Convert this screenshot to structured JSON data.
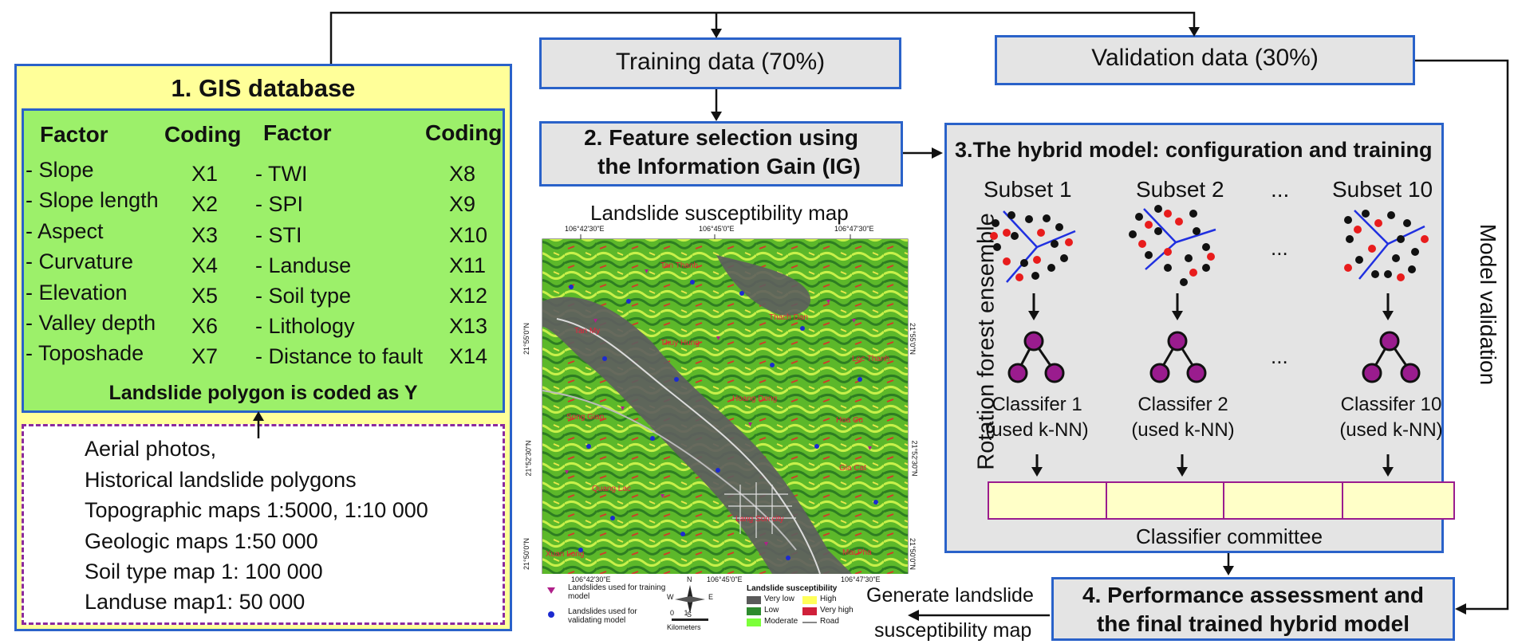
{
  "gis": {
    "title": "1. GIS database",
    "col_factor": "Factor",
    "col_coding": "Coding",
    "left_factors": [
      "- Slope",
      "- Slope length",
      "- Aspect",
      "- Curvature",
      "- Elevation",
      "- Valley depth",
      "- Toposhade"
    ],
    "left_codes": [
      "X1",
      "X2",
      "X3",
      "X4",
      "X5",
      "X6",
      "X7"
    ],
    "right_factors": [
      "- TWI",
      "- SPI",
      "- STI",
      "- Landuse",
      "- Soil type",
      "- Lithology",
      "- Distance to fault"
    ],
    "right_codes": [
      "X8",
      "X9",
      "X10",
      "X11",
      "X12",
      "X13",
      "X14"
    ],
    "footer": "Landslide polygon is coded as Y"
  },
  "sources": [
    "Aerial photos,",
    "Historical landslide polygons",
    "Topographic maps 1:5000, 1:10 000",
    "Geologic maps 1:50 000",
    "Soil type map 1: 100 000",
    "Landuse map1: 50 000"
  ],
  "training_label": "Training data (70%)",
  "validation_label": "Validation data (30%)",
  "feature_selection": [
    "2. Feature selection using",
    "the Information Gain (IG)"
  ],
  "map": {
    "title": "Landslide susceptibility map",
    "top_ticks": [
      "106°42'30\"E",
      "106°45'0\"E",
      "106°47'30\"E"
    ],
    "bottom_ticks": [
      "106°42'30\"E",
      "106°45'0\"E",
      "106°47'30\"E"
    ],
    "left_ticks": [
      "21°55'0\"N",
      "21°52'30\"N",
      "21°50'0\"N"
    ],
    "right_ticks": [
      "21°55'0\"N",
      "21°52'30\"N",
      "21°50'0\"N"
    ],
    "places": [
      "Tan Thanh",
      "Tan My",
      "Thuy Hung",
      "Thach Dan",
      "Loc Thanh",
      "Hoang Dong",
      "Song Giap",
      "Hoa Cu",
      "Gia Cat",
      "Quang Lac",
      "Lang Son city",
      "Mai Pha",
      "Xuan Long"
    ],
    "legend": {
      "training": "Landslides used for training model",
      "validating": "Landslides used for validating model",
      "compass_n": "N",
      "compass_s": "S",
      "compass_w": "W",
      "compass_e": "E",
      "scale": "0     1",
      "km": "Kilometers",
      "susc_title": "Landslide susceptibility",
      "classes": [
        {
          "label": "Very low",
          "color": "#5a5a5a"
        },
        {
          "label": "Low",
          "color": "#2e8b2e"
        },
        {
          "label": "Moderate",
          "color": "#7cff3a"
        },
        {
          "label": "High",
          "color": "#ffff5a"
        },
        {
          "label": "Very high",
          "color": "#d0203a"
        },
        {
          "label": "Road",
          "color": "#888888"
        }
      ]
    }
  },
  "hybrid": {
    "title": "3.The hybrid model: configuration and training",
    "ensemble_label": "Rotation forest ensemble",
    "subsets": [
      "Subset 1",
      "Subset 2",
      "...",
      "Subset 10"
    ],
    "ellipsis_mid": "...",
    "classifiers": [
      [
        "Classifer 1",
        "(used k-NN)"
      ],
      [
        "Classifer 2",
        "(used k-NN)"
      ],
      [
        "Classifer 10",
        "(used k-NN)"
      ]
    ],
    "committee": "Classifier committee"
  },
  "model_validation": "Model validation",
  "performance": [
    "4. Performance assessment and",
    "the final trained hybrid model"
  ],
  "generate": [
    "Generate landslide",
    "susceptibility map"
  ],
  "colors": {
    "accent_blue": "#2a62c9",
    "purple": "#8b2a9e",
    "node": "#9a1c8e",
    "gis_yellow": "#ffff99",
    "gis_green": "#9cf06a",
    "gray_box": "#e4e4e4"
  }
}
